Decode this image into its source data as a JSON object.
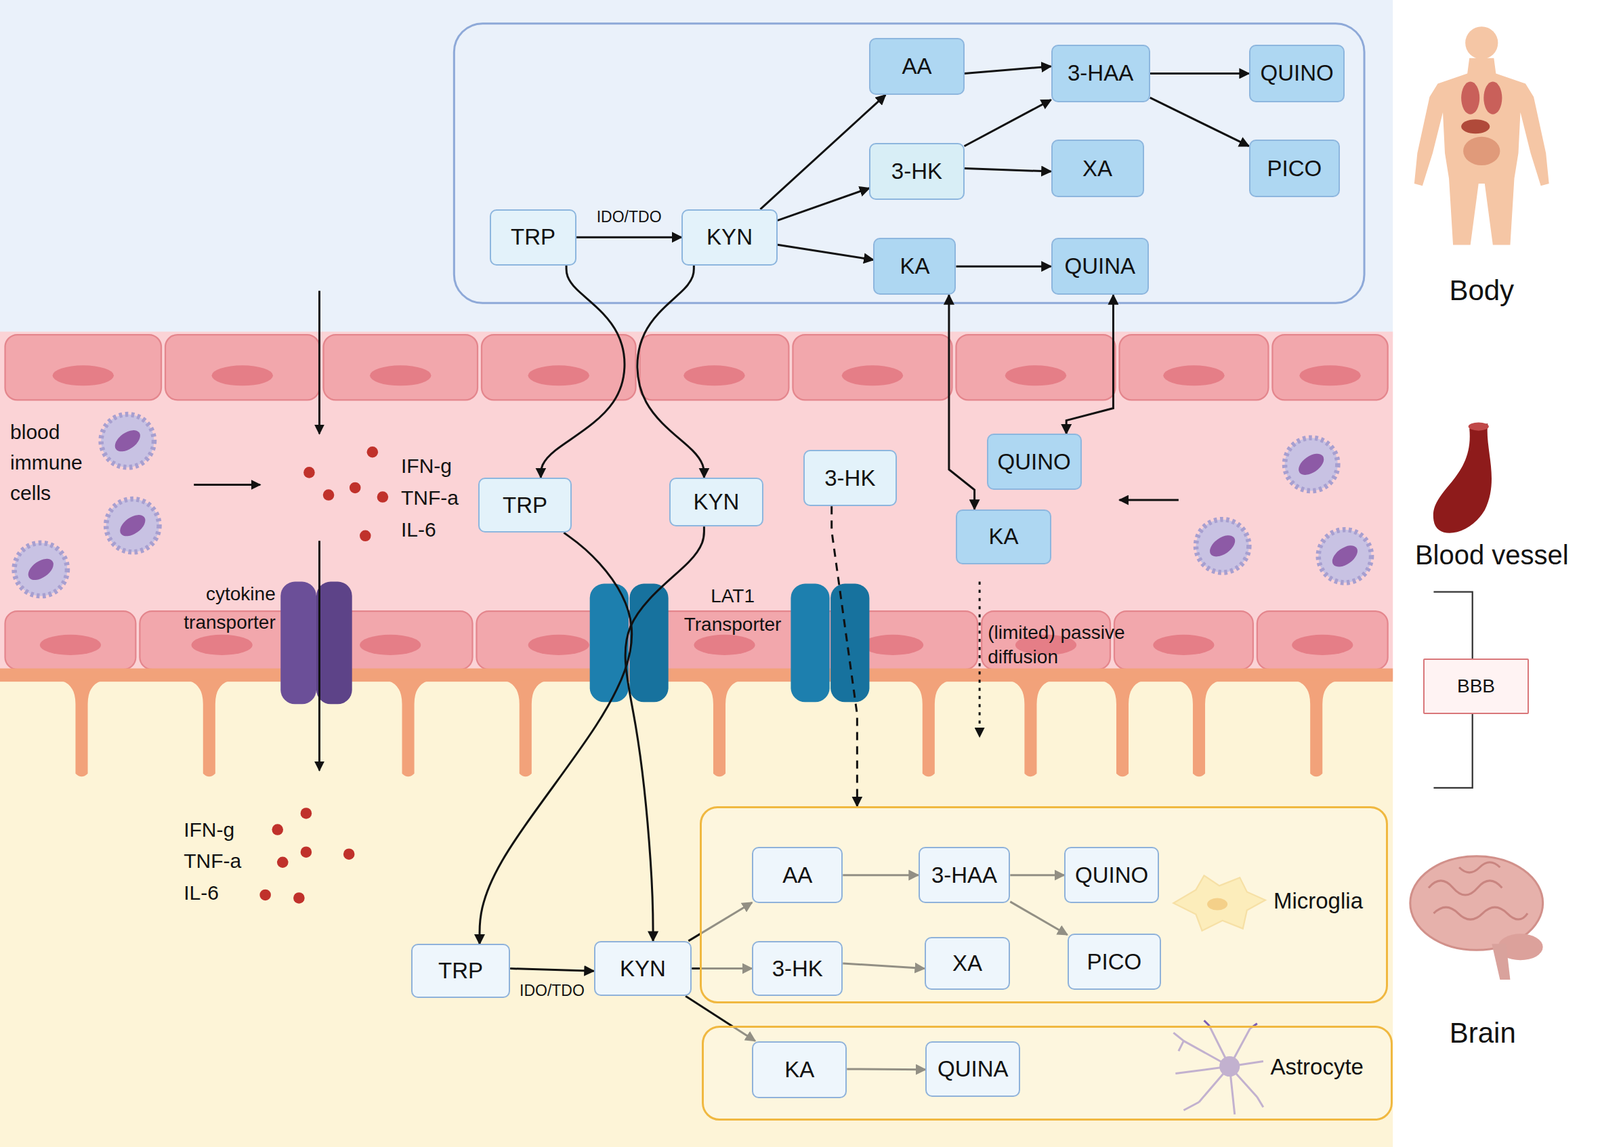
{
  "diagram": {
    "nodes": [
      {
        "text": [
          "TRP"
        ]
      },
      {
        "text": [
          "KYN"
        ]
      },
      {
        "text": [
          "AA"
        ]
      },
      {
        "text": [
          "3-HK"
        ]
      },
      {
        "text": [
          "KA"
        ]
      },
      {
        "text": [
          "3-HAA"
        ]
      },
      {
        "text": [
          "XA"
        ]
      },
      {
        "text": [
          "QUINO"
        ]
      },
      {
        "text": [
          "PICO"
        ]
      },
      {
        "text": [
          "QUINA"
        ]
      },
      {
        "text": [
          "TRP"
        ]
      },
      {
        "text": [
          "KYN"
        ]
      },
      {
        "text": [
          "3-HK"
        ]
      },
      {
        "text": [
          "QUINO"
        ]
      },
      {
        "text": [
          "KA"
        ]
      },
      {
        "text": [
          "Microglia"
        ]
      },
      {
        "text": [
          "AA"
        ],
        "in": 15
      },
      {
        "text": [
          "3-HAA"
        ],
        "in": 15
      },
      {
        "text": [
          "QUINO"
        ],
        "in": 15
      },
      {
        "text": [
          "3-HK"
        ],
        "in": 15
      },
      {
        "text": [
          "XA"
        ],
        "in": 15
      },
      {
        "text": [
          "PICO"
        ],
        "in": 15
      },
      {
        "text": [
          "Astrocyte"
        ]
      },
      {
        "text": [
          "KA"
        ],
        "in": 22
      },
      {
        "text": [
          "QUINA"
        ],
        "in": 22
      },
      {
        "text": [
          "TRP"
        ]
      },
      {
        "text": [
          "KYN"
        ]
      },
      {
        "text": [
          "BBB"
        ]
      }
    ],
    "edges": [
      {
        "from": 0,
        "to": 1,
        "label": "IDO/TDO",
        "arrow": "to"
      },
      {
        "from": 1,
        "to": 2,
        "arrow": "to"
      },
      {
        "from": 1,
        "to": 3,
        "arrow": "to"
      },
      {
        "from": 1,
        "to": 4,
        "arrow": "to"
      },
      {
        "from": 2,
        "to": 5,
        "arrow": "to"
      },
      {
        "from": 3,
        "to": 5,
        "arrow": "to"
      },
      {
        "from": 3,
        "to": 6,
        "arrow": "to"
      },
      {
        "from": 5,
        "to": 7,
        "arrow": "to"
      },
      {
        "from": 5,
        "to": 8,
        "arrow": "to"
      },
      {
        "from": 4,
        "to": 9,
        "arrow": "to"
      },
      {
        "from": 0,
        "to": 10,
        "arrow": "to"
      },
      {
        "from": 1,
        "to": 11,
        "arrow": "to"
      },
      {
        "from": 4,
        "to": 14,
        "arrow": "both"
      },
      {
        "from": 9,
        "to": 13,
        "arrow": "both"
      },
      {
        "from": 10,
        "to": 25,
        "arrow": "to"
      },
      {
        "from": 11,
        "to": 26,
        "arrow": "to"
      },
      {
        "from": 12,
        "to": 15,
        "arrow": "to"
      },
      {
        "from": 25,
        "to": 26,
        "label": "IDO/TDO",
        "arrow": "to"
      },
      {
        "from": 26,
        "to": 16,
        "arrow": "to"
      },
      {
        "from": 26,
        "to": 19,
        "arrow": "to"
      },
      {
        "from": 26,
        "to": 23,
        "arrow": "to"
      },
      {
        "from": 16,
        "to": 17,
        "arrow": "to"
      },
      {
        "from": 17,
        "to": 18,
        "arrow": "to"
      },
      {
        "from": 17,
        "to": 21,
        "arrow": "to"
      },
      {
        "from": 19,
        "to": 20,
        "arrow": "to"
      },
      {
        "from": 23,
        "to": 24,
        "arrow": "to"
      }
    ],
    "labels": [
      "blood immune cells",
      "IFN-g",
      "TNF-a",
      "IL-6",
      "cytokine transporter",
      "LAT1 Transporter",
      "(limited) passive diffusion",
      "IFN-g",
      "TNF-a",
      "IL-6",
      "Body",
      "Blood vessel",
      "Brain"
    ]
  }
}
